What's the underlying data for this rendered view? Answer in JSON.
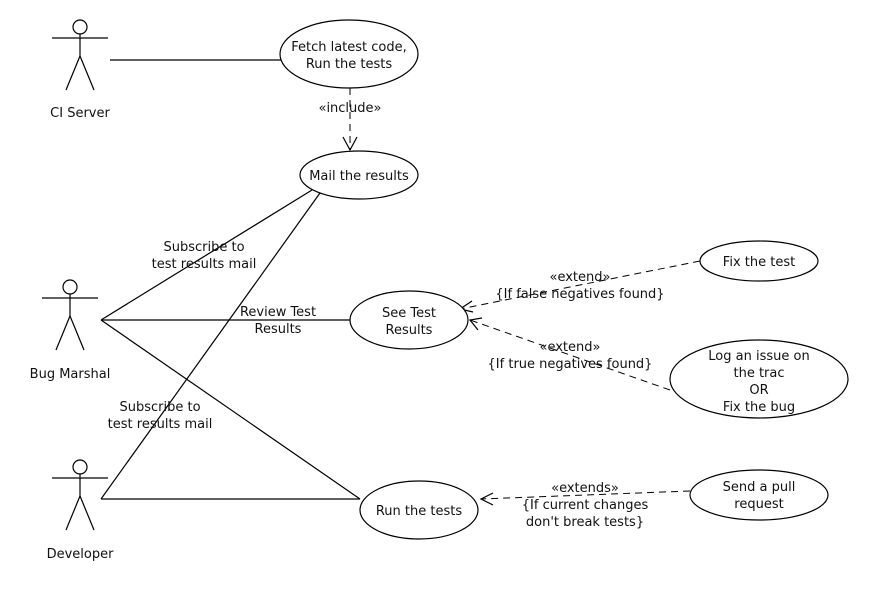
{
  "diagram": {
    "type": "uml-use-case",
    "actors": [
      {
        "id": "ci",
        "label": "CI Server"
      },
      {
        "id": "bug",
        "label": "Bug Marshal"
      },
      {
        "id": "dev",
        "label": "Developer"
      }
    ],
    "use_cases": [
      {
        "id": "fetch",
        "lines": [
          "Fetch latest code,",
          "Run the tests"
        ]
      },
      {
        "id": "mail",
        "lines": [
          "Mail the results"
        ]
      },
      {
        "id": "see",
        "lines": [
          "See Test",
          "Results"
        ]
      },
      {
        "id": "fix_test",
        "lines": [
          "Fix the test"
        ]
      },
      {
        "id": "log",
        "lines": [
          "Log an issue on",
          "the trac",
          "OR",
          "Fix the bug"
        ]
      },
      {
        "id": "run",
        "lines": [
          "Run the tests"
        ]
      },
      {
        "id": "pull",
        "lines": [
          "Send a pull",
          "request"
        ]
      }
    ],
    "relations": [
      {
        "from": "ci",
        "to": "fetch",
        "kind": "association",
        "label": []
      },
      {
        "from": "fetch",
        "to": "mail",
        "kind": "include",
        "label": [
          "«include»"
        ]
      },
      {
        "from": "bug",
        "to": "mail",
        "kind": "association",
        "label": [
          "Subscribe to",
          "test results mail"
        ]
      },
      {
        "from": "bug",
        "to": "see",
        "kind": "association",
        "label": [
          "Review Test",
          "Results"
        ]
      },
      {
        "from": "bug",
        "to": "run",
        "kind": "association",
        "label": []
      },
      {
        "from": "dev",
        "to": "mail",
        "kind": "association",
        "label": [
          "Subscribe to",
          "test results mail"
        ]
      },
      {
        "from": "dev",
        "to": "run",
        "kind": "association",
        "label": []
      },
      {
        "from": "fix_test",
        "to": "see",
        "kind": "extend",
        "label": [
          "«extend»",
          "{If false negatives found}"
        ]
      },
      {
        "from": "log",
        "to": "see",
        "kind": "extend",
        "label": [
          "«extend»",
          "{If true negatives found}"
        ]
      },
      {
        "from": "pull",
        "to": "run",
        "kind": "extend",
        "label": [
          "«extends»",
          "{If current changes",
          "don't break tests}"
        ]
      }
    ]
  }
}
